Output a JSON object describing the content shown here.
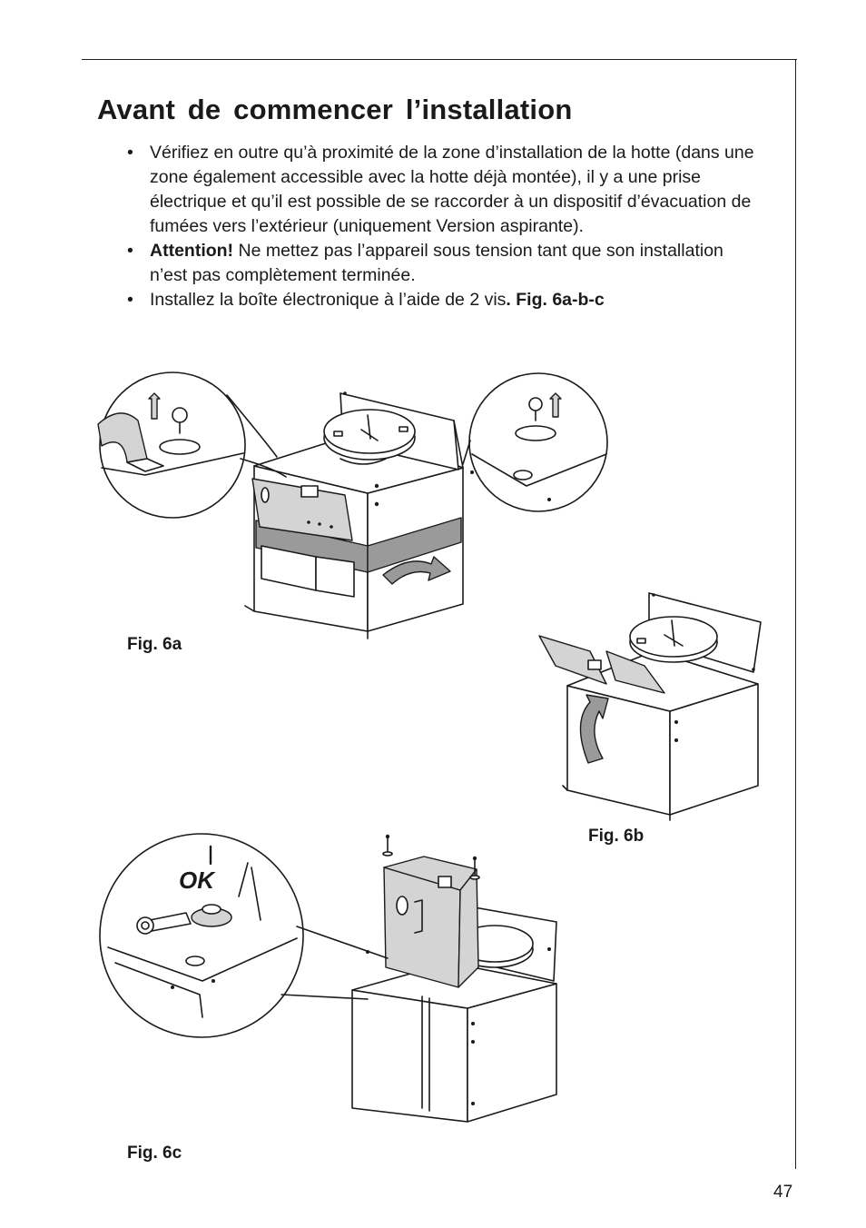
{
  "title": "Avant de commencer l’installation",
  "bullets": [
    {
      "strong": "",
      "text": "Vérifiez en outre qu’à proximité de la zone d’installation de la hotte (dans une zone également accessible avec la hotte déjà montée), il y a une prise électrique et qu’il est possible de se raccorder à un dispositif d’évacuation de fumées vers l’extérieur (uniquement Version aspirante).",
      "suffix": ""
    },
    {
      "strong": "Attention!",
      "text": " Ne mettez pas l’appareil sous tension tant que son installation n’est pas complètement terminée.",
      "suffix": ""
    },
    {
      "strong": "",
      "text": "Installez la boîte électronique à l’aide de 2 vis",
      "suffix": ". Fig. 6a-b-c"
    }
  ],
  "figures": {
    "fig_6a": "Fig. 6a",
    "fig_6b": "Fig. 6b",
    "fig_6c": "Fig. 6c",
    "ok_label": "OK"
  },
  "page_number": "47"
}
